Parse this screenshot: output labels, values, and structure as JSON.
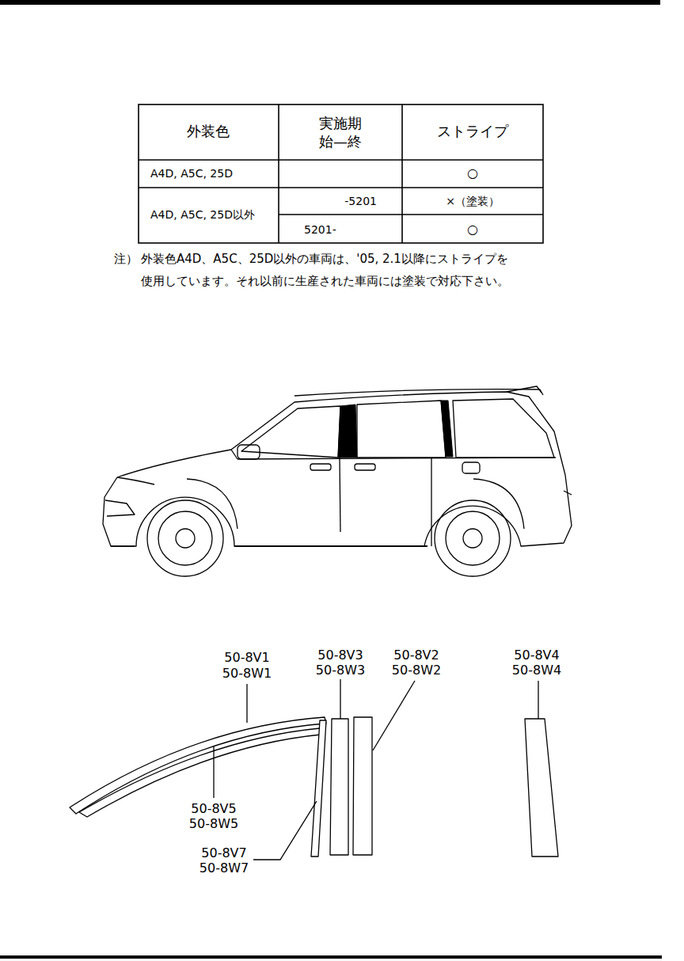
{
  "diagram": {
    "labels": [
      "外装色",
      "実施期 始—終",
      "ストライプ",
      "A4D, A5C, 25D",
      "○",
      "A4D, A5C, 25D以外",
      "-5201",
      "×（塗装）",
      "5201-",
      "○",
      "注）",
      "外装色A4D、A5C、25D以外の車両は、'05, 2.1以降にストライプを 使用しています。それ以前に生産された車両には塗装で対応下さい。",
      "50-8V1",
      "50-8W1",
      "50-8V3",
      "50-8W3",
      "50-8V2",
      "50-8W2",
      "50-8V4",
      "50-8W4",
      "50-8V5",
      "50-8W5",
      "50-8V7",
      "50-8W7"
    ]
  }
}
